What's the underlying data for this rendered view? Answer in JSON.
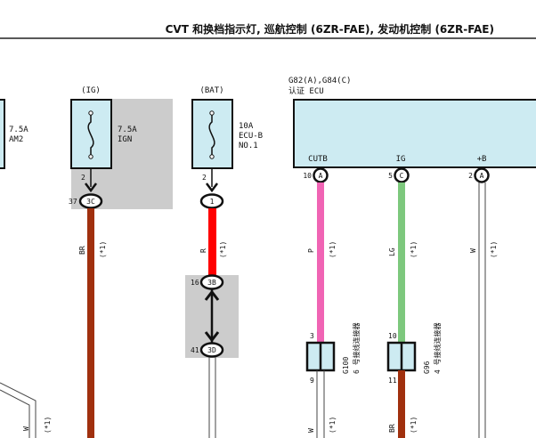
{
  "title": "CVT 和换档指示灯, 巡航控制 (6ZR-FAE), 发动机控制 (6ZR-FAE)",
  "fuses": [
    {
      "id": "am2",
      "name": "7.5A",
      "name2": "AM2"
    },
    {
      "id": "ign",
      "source": "(IG)",
      "name": "7.5A",
      "name2": "IGN",
      "pin_top": "2",
      "conn_pin": "37",
      "conn_id": "3C"
    },
    {
      "id": "ecub",
      "source": "(BAT)",
      "name": "10A",
      "name2": "ECU-B",
      "name3": "NO.1",
      "pin_top": "2",
      "conn_id": "1"
    }
  ],
  "ecu": {
    "code": "G82(A),G84(C)",
    "name": "认证 ECU",
    "terminals": [
      {
        "name": "CUTB",
        "pin": "10",
        "conn": "A"
      },
      {
        "name": "IG",
        "pin": "5",
        "conn": "C"
      },
      {
        "name": "+B",
        "pin": "2",
        "conn": "A"
      }
    ]
  },
  "wires": {
    "br": {
      "color_code": "BR",
      "note": "(*1)"
    },
    "r": {
      "color_code": "R",
      "note": "(*1)"
    },
    "p": {
      "color_code": "P",
      "note": "(*1)"
    },
    "lg": {
      "color_code": "LG",
      "note": "(*1)"
    },
    "w": {
      "color_code": "W",
      "note": "(*1)"
    },
    "w_lower_left": {
      "color_code": "W",
      "note": "(*1)"
    },
    "w_lower_p": {
      "color_code": "W",
      "note": "(*1)"
    },
    "br_lower_lg": {
      "color_code": "BR",
      "note": "(*1)"
    }
  },
  "connectors": {
    "j3b": {
      "pin": "16",
      "id": "3B"
    },
    "j3d": {
      "pin": "41",
      "id": "3D"
    },
    "g100": {
      "pin_top": "3",
      "pin_bottom": "9",
      "code": "G100",
      "desc": "6 号接线连接器"
    },
    "g96": {
      "pin_top": "10",
      "pin_bottom": "11",
      "code": "G96",
      "desc": "4 号接线连接器"
    }
  },
  "colors": {
    "brown": "#a0300e",
    "red": "#ff0000",
    "pink": "#f064b4",
    "green": "#7dc87d",
    "cyan_box": "#cdebf2",
    "gray_box": "#cccccc"
  }
}
